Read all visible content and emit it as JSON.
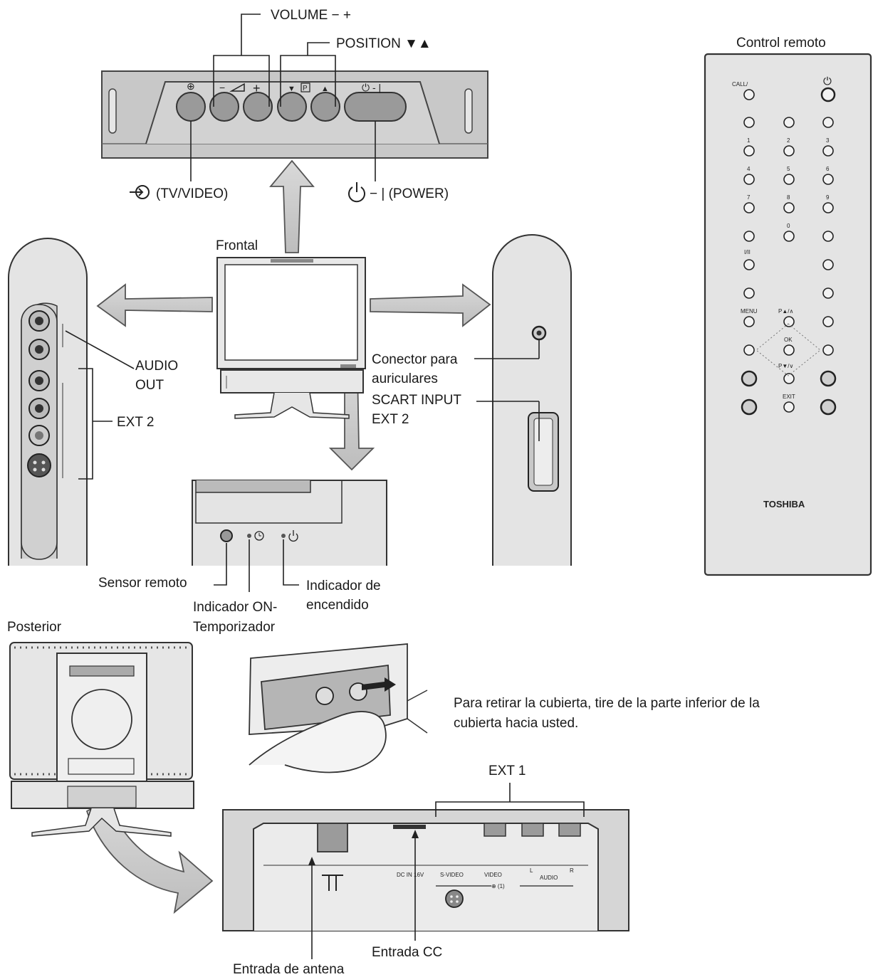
{
  "front_panel": {
    "volume_label": "VOLUME − +",
    "position_label": "POSITION ▼▲",
    "tv_video_label": "(TV/VIDEO)",
    "power_label": "− | (POWER)",
    "button_glyphs": {
      "input": "⊕",
      "vol_minus": "−",
      "vol_plus": "+",
      "pos_down": "▼",
      "p": "P",
      "pos_up": "▲",
      "power": "⏻ - |"
    }
  },
  "views": {
    "frontal": "Frontal",
    "posterior": "Posterior"
  },
  "left_side": {
    "audio_out": [
      "AUDIO",
      "OUT"
    ],
    "ext2": "EXT 2"
  },
  "right_side": {
    "headphone_label": [
      "Conector para",
      "auriculares"
    ],
    "scart_label": [
      "SCART INPUT",
      "EXT 2"
    ]
  },
  "bottom_front": {
    "sensor": "Sensor remoto",
    "on_timer": [
      "Indicador ON-",
      "Temporizador"
    ],
    "power_ind": [
      "Indicador de",
      "encendido"
    ]
  },
  "cover_instruction": [
    "Para retirar la cubierta, tire de la parte inferior de la",
    "cubierta hacia usted."
  ],
  "rear_panel": {
    "ext1": "EXT 1",
    "dc_in": "Entrada CC",
    "antenna": "Entrada de antena",
    "port_labels": {
      "dc": "DC IN 16V",
      "svideo": "S-VIDEO",
      "video": "VIDEO",
      "audio": "AUDIO",
      "l": "L",
      "r": "R",
      "ext_num": "⊕ (1)"
    }
  },
  "remote": {
    "title": "Control remoto",
    "brand": "TOSHIBA",
    "labels": {
      "call": "CALL/",
      "power": "⏻",
      "menu": "MENU",
      "p_up": "P▲/∧",
      "ok": "OK",
      "p_down": "P▼/∨",
      "exit": "EXIT",
      "digits": [
        "1",
        "2",
        "3",
        "4",
        "5",
        "6",
        "7",
        "8",
        "9",
        "0"
      ],
      "dual": "I/II"
    }
  }
}
